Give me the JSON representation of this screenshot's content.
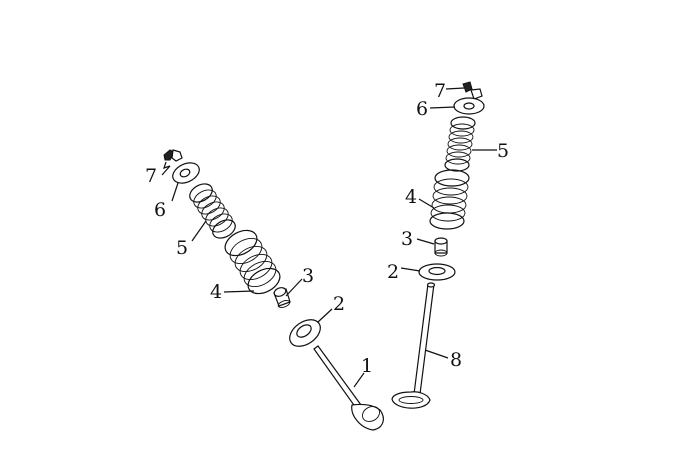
{
  "diagram": {
    "left_assembly": {
      "labels": {
        "p1": "1",
        "p2": "2",
        "p3": "3",
        "p4": "4",
        "p5": "5",
        "p6": "6",
        "p7": "7"
      }
    },
    "right_assembly": {
      "labels": {
        "p2": "2",
        "p3": "3",
        "p4": "4",
        "p5": "5",
        "p6": "6",
        "p7": "7",
        "p8": "8"
      }
    },
    "colors": {
      "line": "#111111",
      "background": "#ffffff"
    }
  }
}
